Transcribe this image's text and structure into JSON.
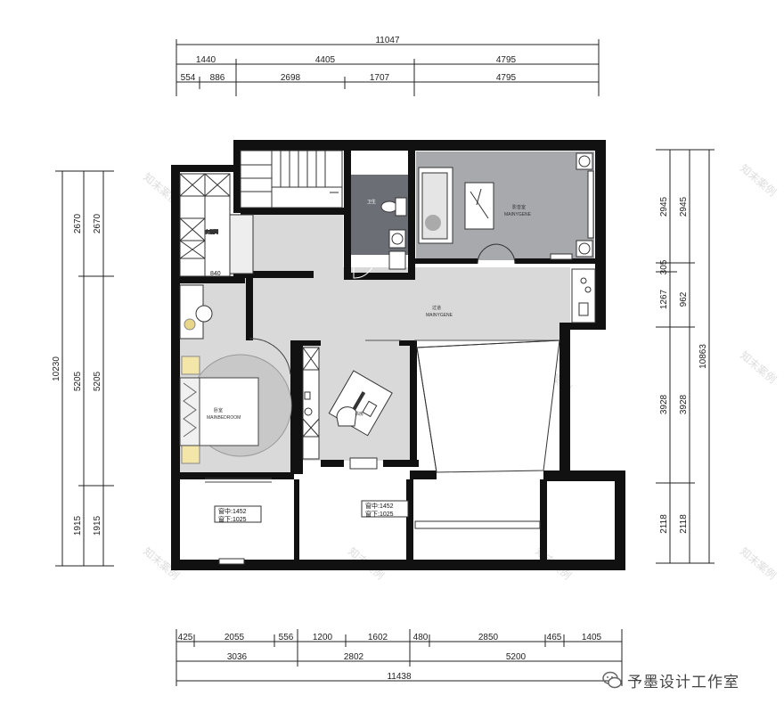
{
  "top_dims": {
    "row1": [
      "11047"
    ],
    "row2": [
      "1440",
      "4405",
      "4795"
    ],
    "row3": [
      "554",
      "886",
      "2698",
      "1707",
      "4795"
    ]
  },
  "bottom_dims": {
    "row1": [
      "425",
      "2055",
      "556",
      "1200",
      "1602",
      "480",
      "2850",
      "465",
      "1405"
    ],
    "row2": [
      "3036",
      "2802",
      "5200"
    ],
    "row3": [
      "11438"
    ]
  },
  "left_dims": {
    "outer": [
      "10230"
    ],
    "mid": [
      "2670",
      "5205",
      "1915"
    ],
    "inner": [
      "2670",
      "5205",
      "1915"
    ]
  },
  "right_dims": {
    "inner": [
      "2945",
      "305",
      "1267",
      "3928",
      "2118"
    ],
    "mid": [
      "2945",
      "962",
      "3928",
      "2118"
    ],
    "outer": [
      "10863"
    ]
  },
  "plan_labels": {
    "inner_840": "840",
    "window1_mid": "窗中:1452",
    "window1_bot": "窗下:1025",
    "window2_mid": "窗中:1452",
    "window2_bot": "窗下:1025",
    "master_room_sub": "MAINBEDROOM",
    "room_sub": "MAINYGENE"
  },
  "brand": {
    "name": "予墨设计工作室"
  }
}
